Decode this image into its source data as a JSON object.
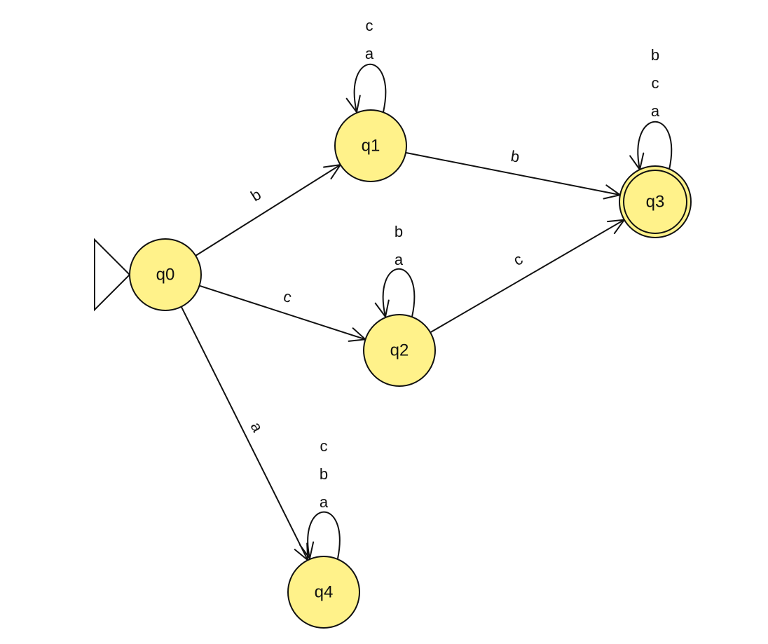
{
  "diagram": {
    "type": "finite-automaton",
    "colors": {
      "state_fill": "#fff28a",
      "stroke": "#111111",
      "background": "#ffffff"
    },
    "states": [
      {
        "id": "q0",
        "label": "q0",
        "initial": true,
        "accepting": false
      },
      {
        "id": "q1",
        "label": "q1",
        "initial": false,
        "accepting": false
      },
      {
        "id": "q2",
        "label": "q2",
        "initial": false,
        "accepting": false
      },
      {
        "id": "q3",
        "label": "q3",
        "initial": false,
        "accepting": true
      },
      {
        "id": "q4",
        "label": "q4",
        "initial": false,
        "accepting": false
      }
    ],
    "transitions": [
      {
        "from": "q0",
        "to": "q1",
        "symbols": [
          "b"
        ]
      },
      {
        "from": "q0",
        "to": "q2",
        "symbols": [
          "c"
        ]
      },
      {
        "from": "q0",
        "to": "q4",
        "symbols": [
          "a"
        ]
      },
      {
        "from": "q1",
        "to": "q3",
        "symbols": [
          "b"
        ]
      },
      {
        "from": "q2",
        "to": "q3",
        "symbols": [
          "c"
        ]
      },
      {
        "from": "q1",
        "to": "q1",
        "symbols": [
          "c",
          "a"
        ]
      },
      {
        "from": "q2",
        "to": "q2",
        "symbols": [
          "b",
          "a"
        ]
      },
      {
        "from": "q3",
        "to": "q3",
        "symbols": [
          "b",
          "c",
          "a"
        ]
      },
      {
        "from": "q4",
        "to": "q4",
        "symbols": [
          "c",
          "b",
          "a"
        ]
      }
    ]
  }
}
